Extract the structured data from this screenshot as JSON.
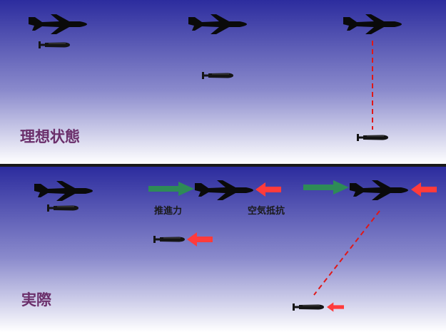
{
  "panels": {
    "ideal": {
      "title": "理想状態"
    },
    "actual": {
      "title": "実際"
    }
  },
  "labels": {
    "thrust": "推進力",
    "air_resistance": "空気抵抗"
  },
  "colors": {
    "sky_top": "#2c2c9e",
    "sky_bottom": "#ffffff",
    "aircraft": "#0a0a0a",
    "bomb": "#151515",
    "thrust_arrow": "#2e8b57",
    "drag_arrow": "#ff3b3b",
    "trajectory": "#e01818",
    "title_text": "#6b2f6b"
  },
  "icons": {
    "aircraft": "airplane-silhouette-icon",
    "bomb": "bomb-icon",
    "thrust": "arrow-right-icon",
    "drag": "arrow-left-icon"
  }
}
